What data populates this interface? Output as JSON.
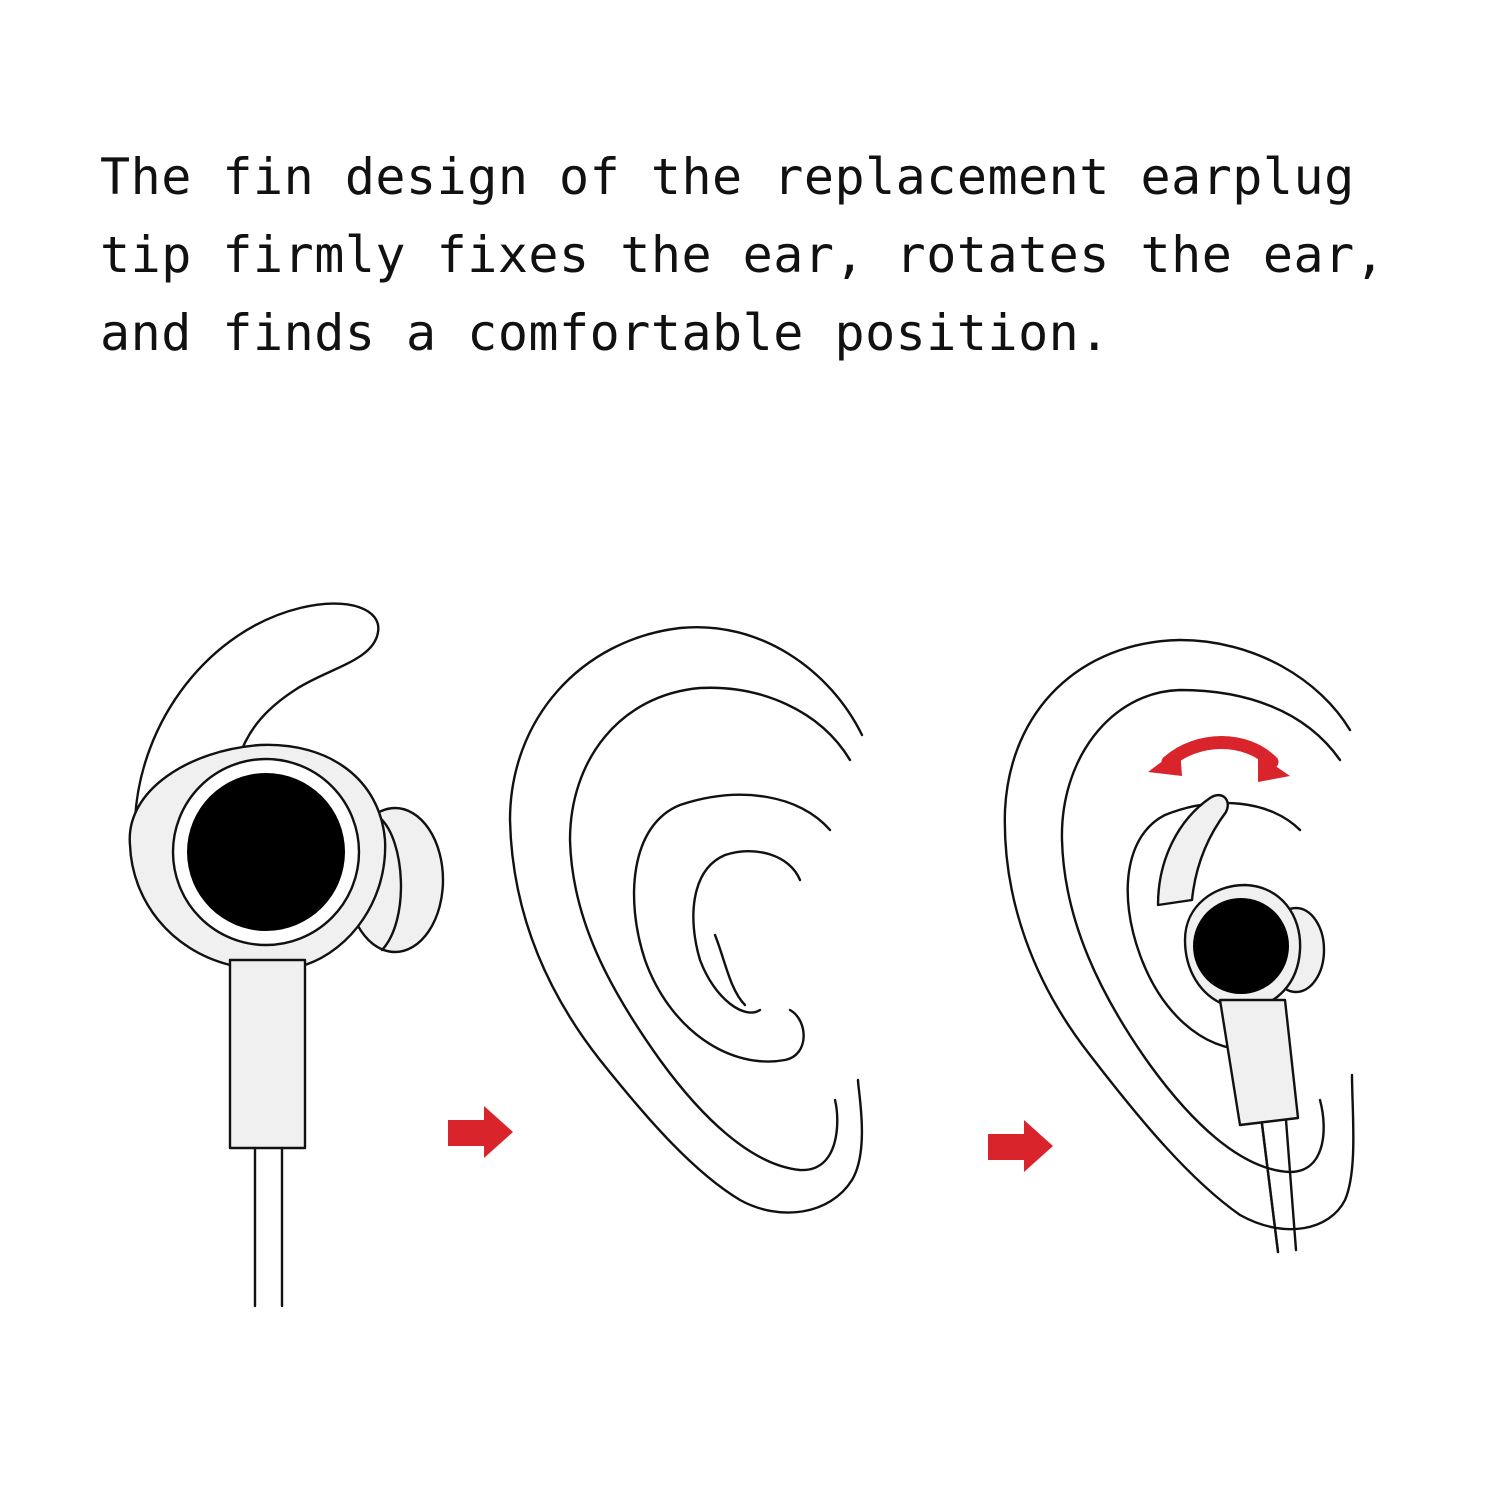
{
  "caption": {
    "lines": [
      "The fin design of the replacement earplug",
      "tip firmly fixes the ear, rotates the ear,",
      "and finds a comfortable position."
    ]
  },
  "steps": [
    {
      "icon": "earbud-with-fin-icon"
    },
    {
      "icon": "ear-outline-icon"
    },
    {
      "icon": "earbud-in-ear-icon"
    }
  ],
  "colors": {
    "arrow": "#d8242a",
    "text": "#111111",
    "driver": "#000000",
    "body": "#f0f0f0"
  }
}
